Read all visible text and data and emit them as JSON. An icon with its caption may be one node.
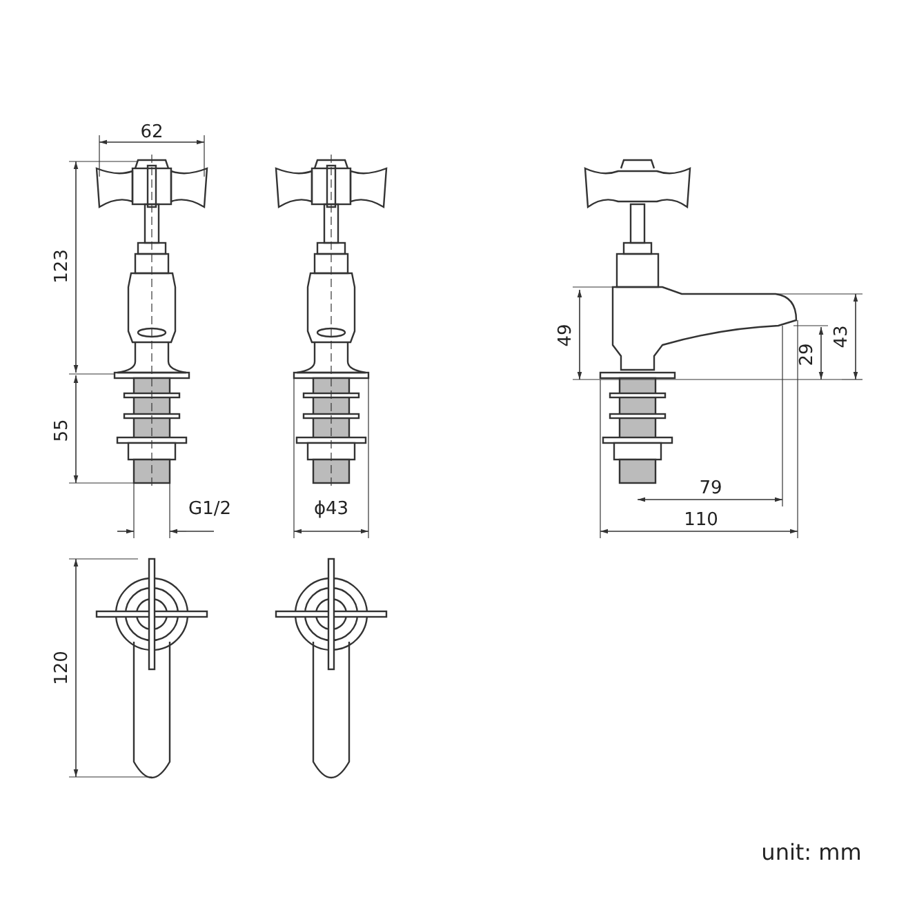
{
  "diagram": {
    "labels": [
      "62",
      "123",
      "55",
      "G1/2",
      "ϕ43",
      "49",
      "29",
      "43",
      "79",
      "110",
      "120",
      "unit: mm"
    ]
  }
}
